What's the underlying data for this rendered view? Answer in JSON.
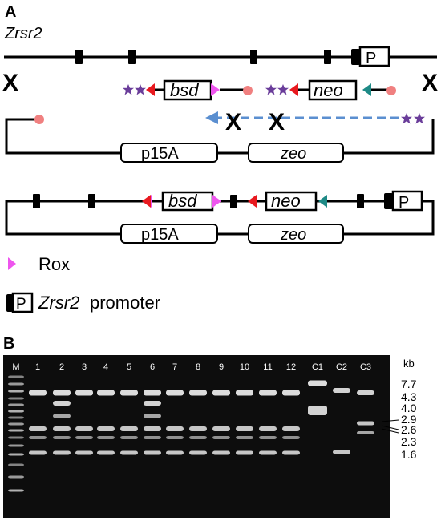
{
  "panel_a": {
    "letter": "A",
    "gene": "Zrsr2",
    "promoter_letter": "P",
    "bsd": "bsd",
    "neo": "neo",
    "p15a": "p15A",
    "zeo": "zeo",
    "crossover": "X",
    "legend": {
      "rox": "Rox",
      "promoter_italic": "Zrsr2",
      "promoter_text": "promoter"
    },
    "colors": {
      "star": "#6a3d9a",
      "rox": "#ee55ee",
      "loxp": "#e8191f",
      "frt": "#1e8a86",
      "dot": "#f08080",
      "arrow": "#5b8fd0"
    }
  },
  "panel_b": {
    "letter": "B",
    "lane_labels": [
      "M",
      "1",
      "2",
      "3",
      "4",
      "5",
      "6",
      "7",
      "8",
      "9",
      "10",
      "11",
      "12",
      "C1",
      "C2",
      "C3"
    ],
    "unit": "kb",
    "size_labels": [
      "7.7",
      "4.3",
      "4.0",
      "2.9",
      "2.6",
      "2.3",
      "1.6"
    ]
  }
}
